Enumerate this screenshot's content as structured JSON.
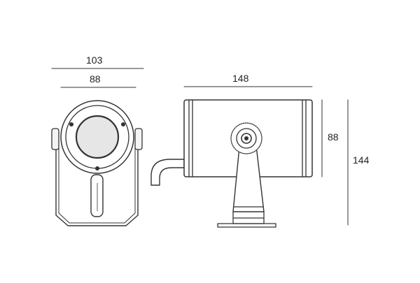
{
  "dimensions": {
    "front_overall_width": "103",
    "front_body_width": "88",
    "side_length": "148",
    "body_height": "88",
    "overall_height": "144"
  },
  "colors": {
    "stroke": "#333333",
    "light_fill": "#f4f4f4",
    "lens_fill": "#e6e6e6",
    "text": "#222222"
  }
}
